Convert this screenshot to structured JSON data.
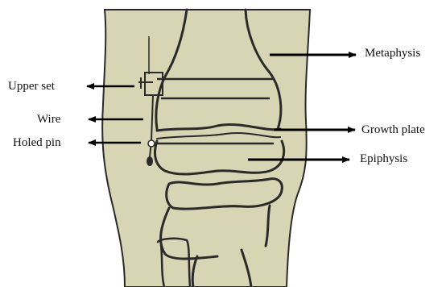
{
  "labels": {
    "metaphysis": "Metaphysis",
    "upper_set": "Upper set",
    "wire": "Wire",
    "growth_plate": "Growth plate",
    "holed_pin": "Holed pin",
    "epiphysis": "Epiphysis"
  },
  "colors": {
    "background": "#ffffff",
    "leg_fill": "#d8d5b4",
    "outline": "#2a2a2a",
    "arrow": "#000000",
    "text": "#111111"
  }
}
